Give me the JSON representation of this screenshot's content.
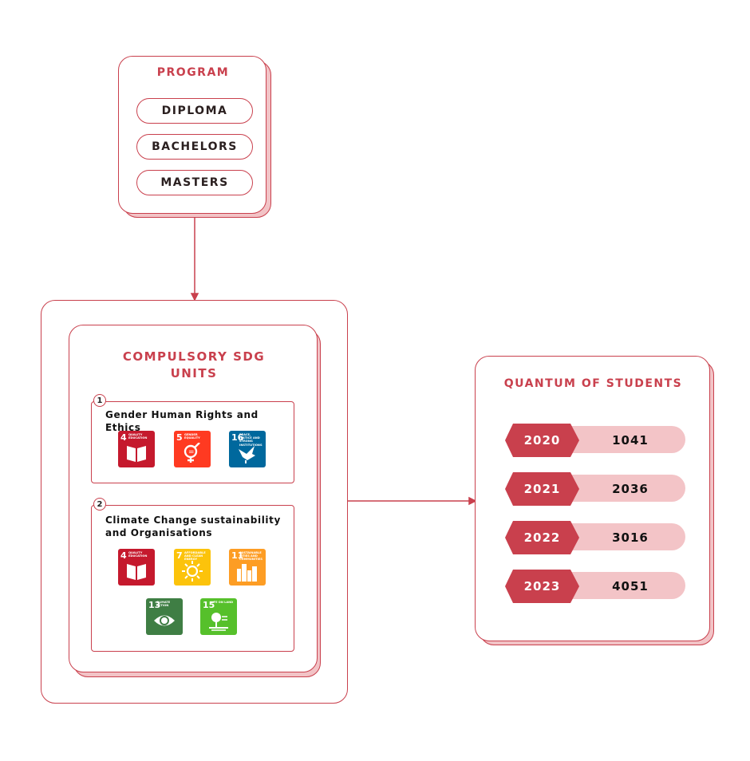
{
  "program": {
    "title": "PROGRAM",
    "items": [
      "DIPLOMA",
      "BACHELORS",
      "MASTERS"
    ]
  },
  "sdg_units": {
    "title_line1": "COMPULSORY SDG",
    "title_line2": "UNITS",
    "units": [
      {
        "number": "1",
        "title": "Gender Human Rights and Ethics",
        "goals": [
          {
            "num": "4",
            "label": "QUALITY EDUCATION",
            "color": "#c5192d",
            "icon": "book-icon"
          },
          {
            "num": "5",
            "label": "GENDER EQUALITY",
            "color": "#ff3a21",
            "icon": "gender-icon"
          },
          {
            "num": "16",
            "label": "PEACE, JUSTICE AND STRONG INSTITUTIONS",
            "color": "#00689d",
            "icon": "dove-icon"
          }
        ]
      },
      {
        "number": "2",
        "title_line1": "Climate Change sustainability",
        "title_line2": "and Organisations",
        "goals": [
          {
            "num": "4",
            "label": "QUALITY EDUCATION",
            "color": "#c5192d",
            "icon": "book-icon"
          },
          {
            "num": "7",
            "label": "AFFORDABLE AND CLEAN ENERGY",
            "color": "#fcc30b",
            "icon": "sun-icon"
          },
          {
            "num": "11",
            "label": "SUSTAINABLE CITIES AND COMMUNITIES",
            "color": "#fd9d24",
            "icon": "city-icon"
          },
          {
            "num": "13",
            "label": "CLIMATE ACTION",
            "color": "#3f7e44",
            "icon": "eye-globe-icon"
          },
          {
            "num": "15",
            "label": "LIFE ON LAND",
            "color": "#56c02b",
            "icon": "tree-icon"
          }
        ]
      }
    ]
  },
  "quantum": {
    "title": "QUANTUM OF STUDENTS",
    "rows": [
      {
        "year": "2020",
        "value": "1041"
      },
      {
        "year": "2021",
        "value": "2036"
      },
      {
        "year": "2022",
        "value": "3016"
      },
      {
        "year": "2023",
        "value": "4051"
      }
    ]
  },
  "colors": {
    "accent": "#c9404d",
    "accent_light": "#f3c4c7"
  }
}
